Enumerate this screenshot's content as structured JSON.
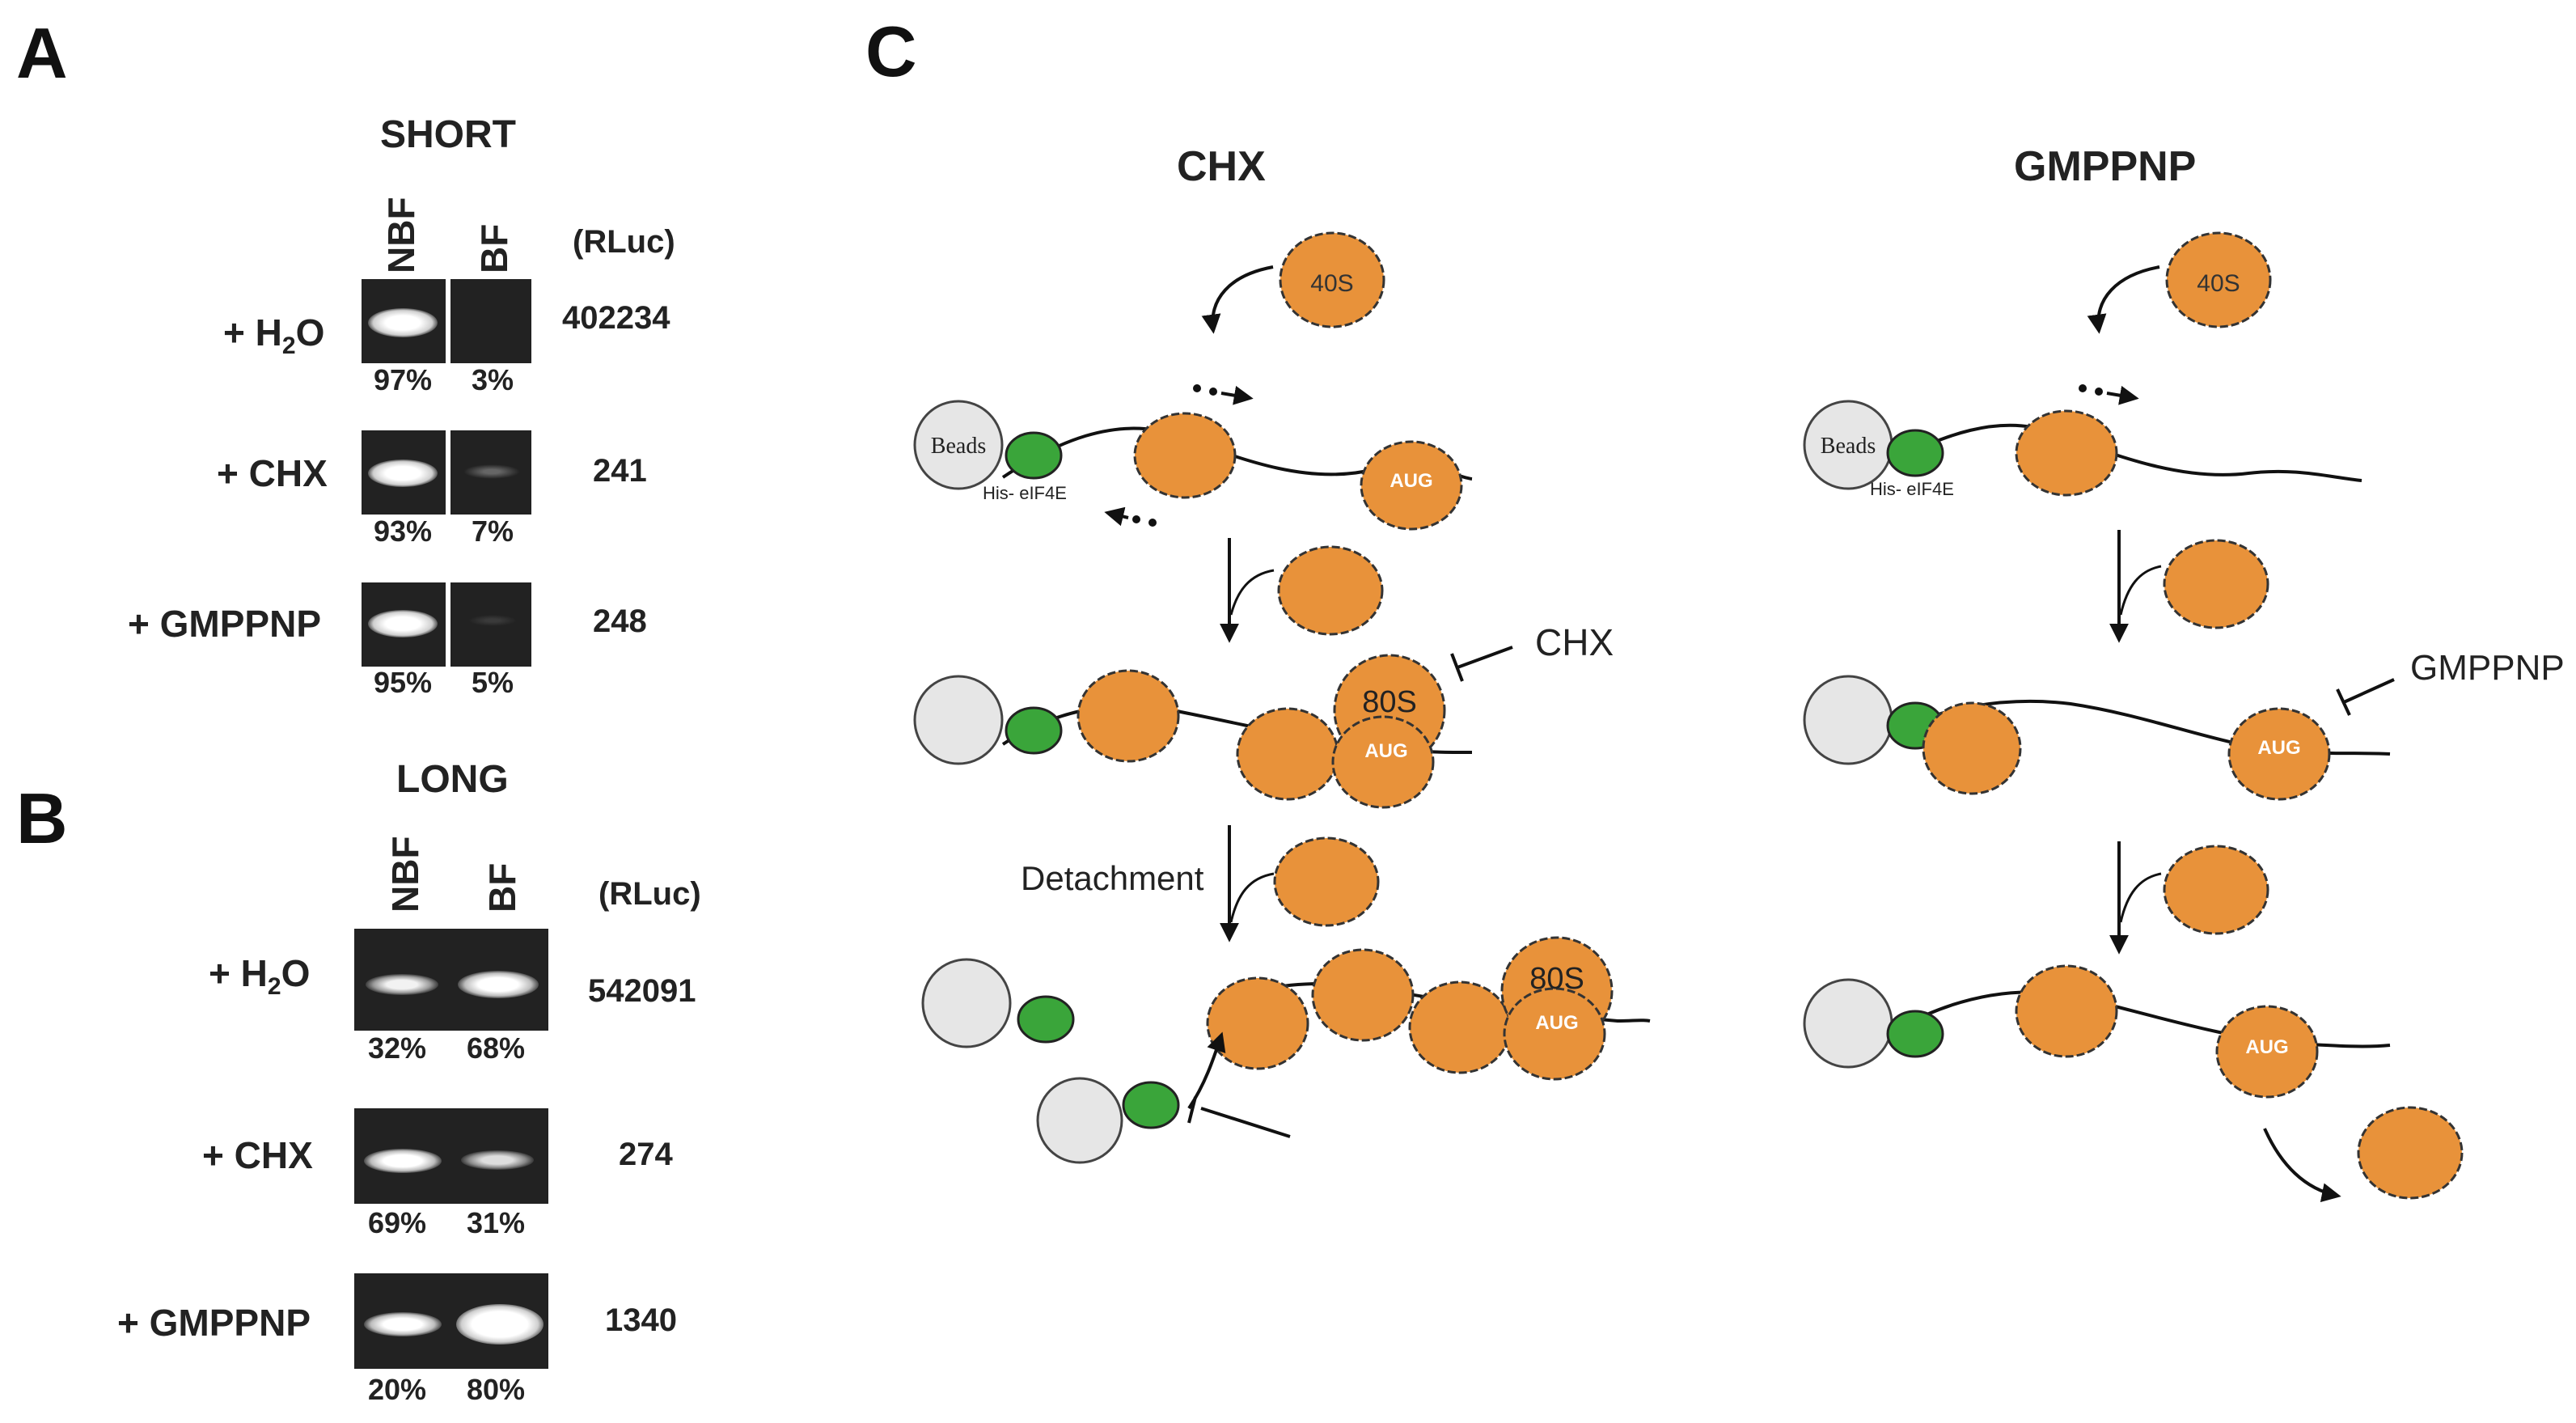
{
  "panels": {
    "A": {
      "letter": "A",
      "title": "SHORT",
      "lane_labels": [
        "NBF",
        "BF"
      ],
      "unit": "(RLuc)",
      "rows": [
        {
          "condition_prefix": "+ H",
          "condition_sub": "2",
          "condition_suffix": "O",
          "rluc": "402234",
          "nbf_pct": "97%",
          "bf_pct": "3%"
        },
        {
          "condition_prefix": "+ CHX",
          "condition_sub": "",
          "condition_suffix": "",
          "rluc": "241",
          "nbf_pct": "93%",
          "bf_pct": "7%"
        },
        {
          "condition_prefix": "+ GMPPNP",
          "condition_sub": "",
          "condition_suffix": "",
          "rluc": "248",
          "nbf_pct": "95%",
          "bf_pct": "5%"
        }
      ]
    },
    "B": {
      "letter": "B",
      "title": "LONG",
      "lane_labels": [
        "NBF",
        "BF"
      ],
      "unit": "(RLuc)",
      "rows": [
        {
          "condition_prefix": "+ H",
          "condition_sub": "2",
          "condition_suffix": "O",
          "rluc": "542091",
          "nbf_pct": "32%",
          "bf_pct": "68%"
        },
        {
          "condition_prefix": "+ CHX",
          "condition_sub": "",
          "condition_suffix": "",
          "rluc": "274",
          "nbf_pct": "69%",
          "bf_pct": "31%"
        },
        {
          "condition_prefix": "+ GMPPNP",
          "condition_sub": "",
          "condition_suffix": "",
          "rluc": "1340",
          "nbf_pct": "20%",
          "bf_pct": "80%"
        }
      ]
    },
    "C": {
      "letter": "C",
      "left_title": "CHX",
      "right_title": "GMPPNP",
      "label_40s": "40S",
      "label_beads": "Beads",
      "label_his": "His- eIF4E",
      "label_aug": "AUG",
      "label_80s": "80S",
      "label_chx_inhibit": "CHX",
      "label_gmppnp_inhibit": "GMPPNP",
      "label_detachment": "Detachment"
    }
  },
  "colors": {
    "ribosome": "#e8923a",
    "bead": "#e6e6e6",
    "eif4e": "#3aa53a",
    "gel": "#222222"
  }
}
